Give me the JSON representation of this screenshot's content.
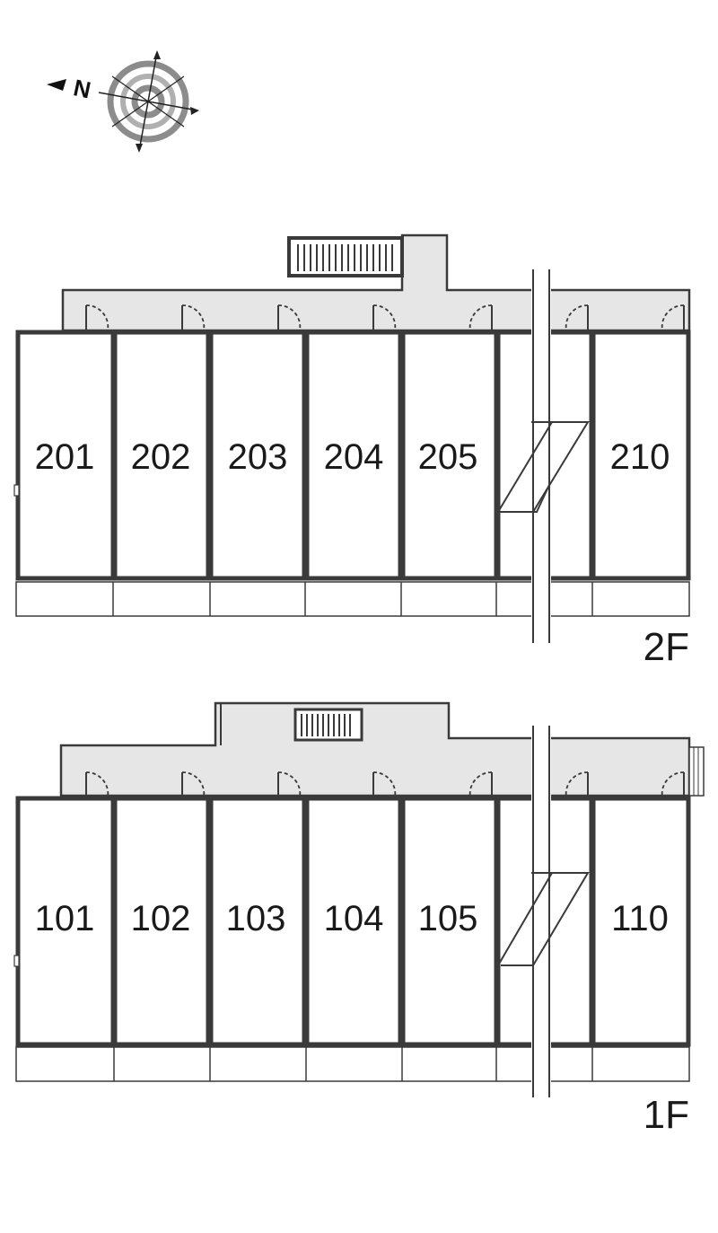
{
  "compass": {
    "north_label": "N",
    "icon": "compass-rose-icon"
  },
  "floors": [
    {
      "id": "2F",
      "label": "2F",
      "units": [
        "201",
        "202",
        "203",
        "204",
        "205",
        "210"
      ]
    },
    {
      "id": "1F",
      "label": "1F",
      "units": [
        "101",
        "102",
        "103",
        "104",
        "105",
        "110"
      ]
    }
  ],
  "colors": {
    "corridor_fill": "#e6e6e6",
    "wall_stroke": "#3a3a3a",
    "compass_ring": "#888888"
  }
}
